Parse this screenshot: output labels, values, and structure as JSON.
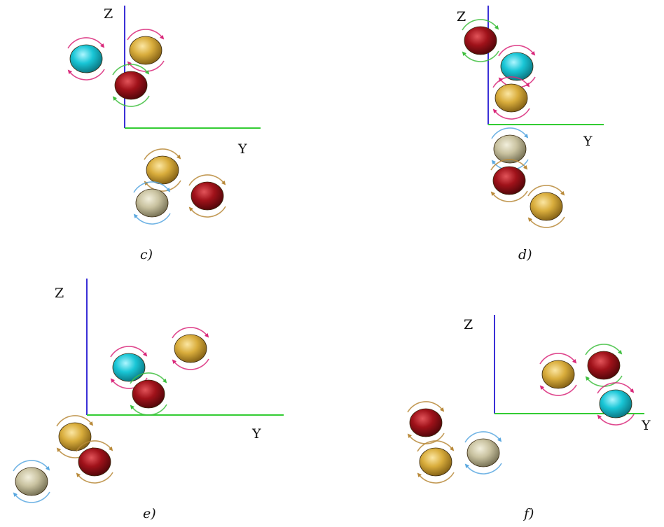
{
  "panels": [
    {
      "id": "c",
      "caption": "c)",
      "axis_labels": {
        "z": "Z",
        "y": "Y"
      },
      "spheres": [
        {
          "color": "cyan",
          "spin": "magenta"
        },
        {
          "color": "gold",
          "spin": "magenta"
        },
        {
          "color": "darkred",
          "spin": "green"
        },
        {
          "color": "gold",
          "spin": "orange"
        },
        {
          "color": "beige",
          "spin": "blue"
        },
        {
          "color": "darkred",
          "spin": "orange"
        }
      ]
    },
    {
      "id": "d",
      "caption": "d)",
      "axis_labels": {
        "z": "Z",
        "y": "Y"
      },
      "spheres": [
        {
          "color": "darkred",
          "spin": "green"
        },
        {
          "color": "cyan",
          "spin": "magenta"
        },
        {
          "color": "gold",
          "spin": "magenta"
        },
        {
          "color": "beige",
          "spin": "blue"
        },
        {
          "color": "darkred",
          "spin": "orange"
        },
        {
          "color": "gold",
          "spin": "orange"
        }
      ]
    },
    {
      "id": "e",
      "caption": "e)",
      "axis_labels": {
        "z": "Z",
        "y": "Y"
      },
      "spheres": [
        {
          "color": "gold",
          "spin": "magenta"
        },
        {
          "color": "cyan",
          "spin": "magenta"
        },
        {
          "color": "darkred",
          "spin": "green"
        },
        {
          "color": "gold",
          "spin": "orange"
        },
        {
          "color": "darkred",
          "spin": "orange"
        },
        {
          "color": "beige",
          "spin": "blue"
        }
      ]
    },
    {
      "id": "f",
      "caption": "f)",
      "axis_labels": {
        "z": "Z",
        "y": "Y"
      },
      "spheres": [
        {
          "color": "gold",
          "spin": "magenta"
        },
        {
          "color": "darkred",
          "spin": "green"
        },
        {
          "color": "cyan",
          "spin": "magenta"
        },
        {
          "color": "darkred",
          "spin": "orange"
        },
        {
          "color": "gold",
          "spin": "orange"
        },
        {
          "color": "beige",
          "spin": "blue"
        }
      ]
    }
  ],
  "colors": {
    "cyan": "#19c6d6",
    "gold": "#d9ad3c",
    "darkred": "#a0121a",
    "beige": "#c9c2a0",
    "axis_z": "#3a2fd6",
    "axis_y": "#33cc33",
    "spin_magenta": "#d9287a",
    "spin_green": "#3fbf3f",
    "spin_orange": "#b98a3a",
    "spin_blue": "#5aa8e0"
  }
}
